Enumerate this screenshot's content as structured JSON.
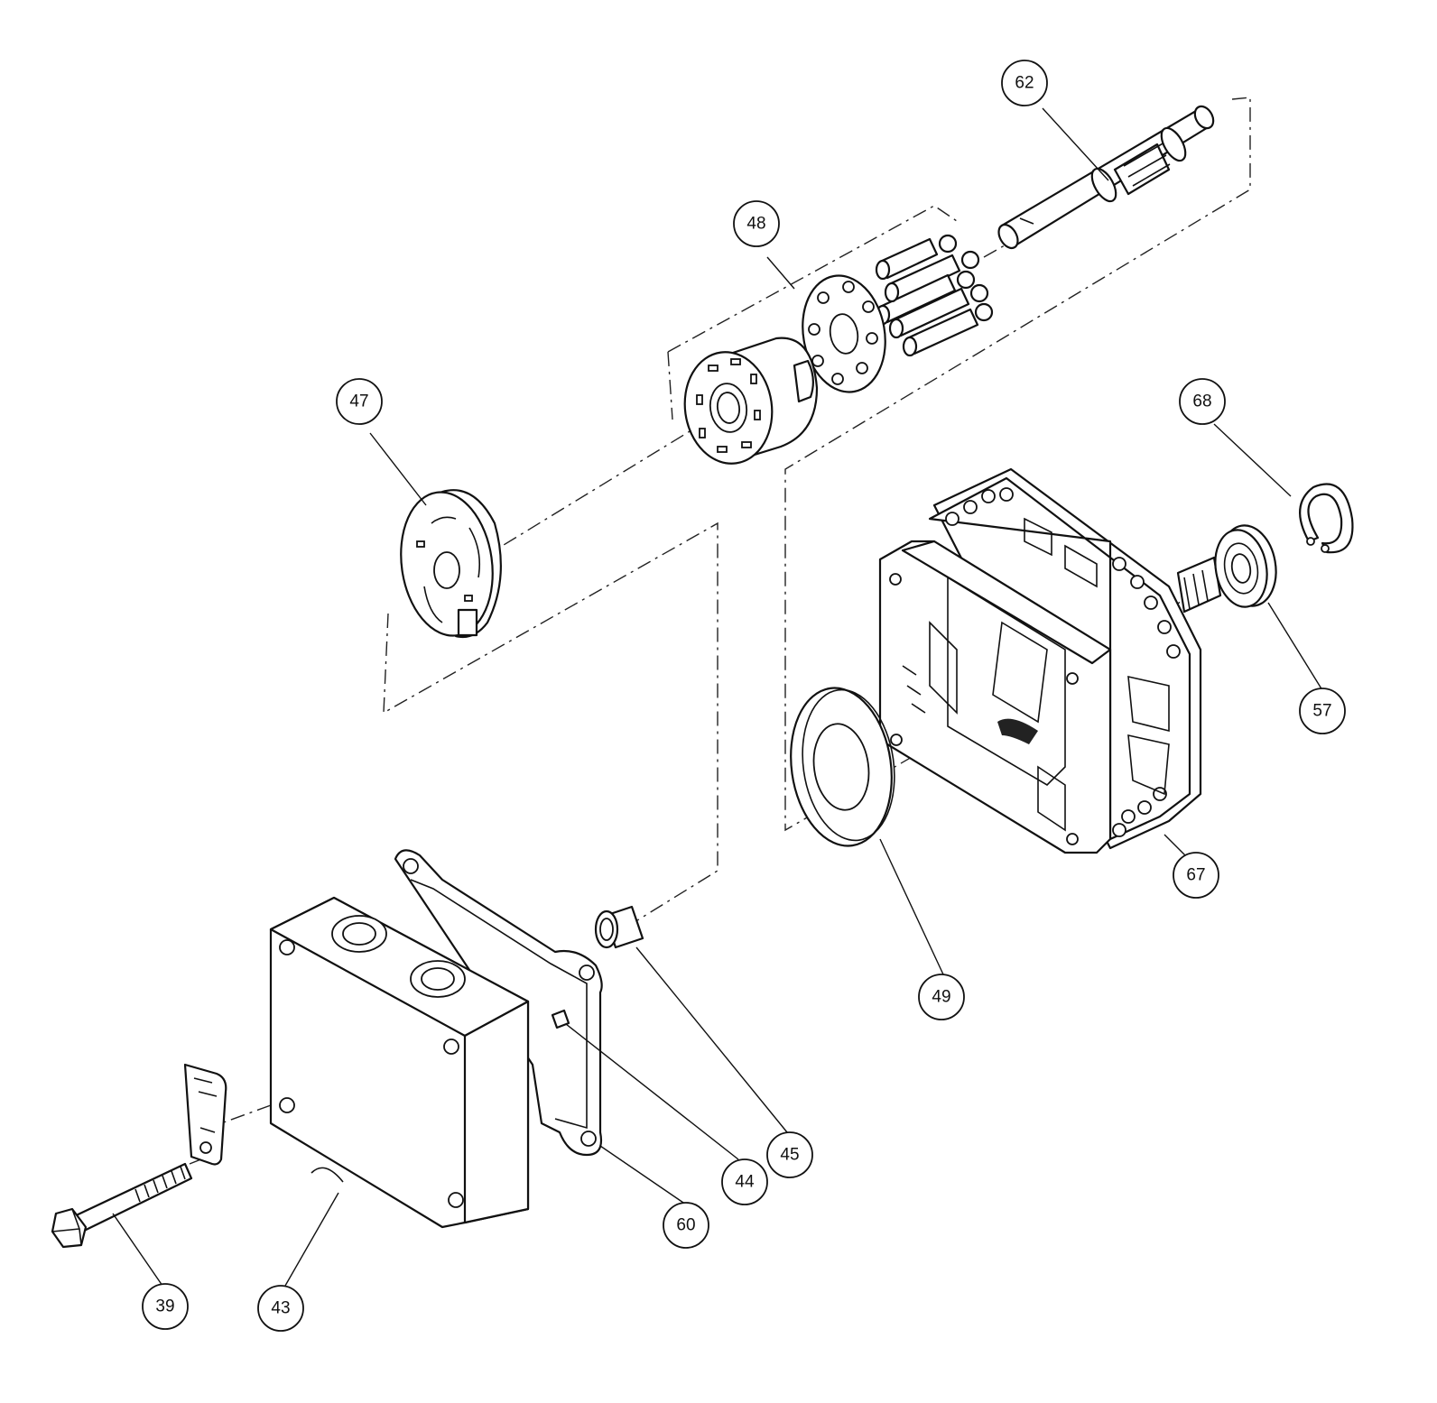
{
  "callouts": [
    {
      "id": "62",
      "label": "62"
    },
    {
      "id": "48",
      "label": "48"
    },
    {
      "id": "47",
      "label": "47"
    },
    {
      "id": "68",
      "label": "68"
    },
    {
      "id": "57",
      "label": "57"
    },
    {
      "id": "67",
      "label": "67"
    },
    {
      "id": "49",
      "label": "49"
    },
    {
      "id": "45",
      "label": "45"
    },
    {
      "id": "44",
      "label": "44"
    },
    {
      "id": "60",
      "label": "60"
    },
    {
      "id": "39",
      "label": "39"
    },
    {
      "id": "43",
      "label": "43"
    }
  ]
}
